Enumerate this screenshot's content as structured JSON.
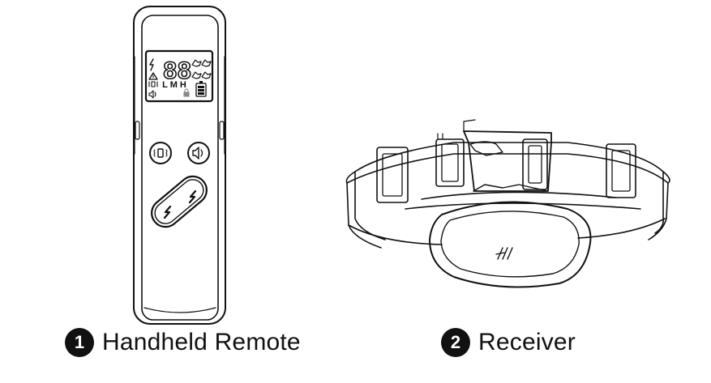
{
  "labels": [
    {
      "number": "1",
      "text": "Handheld Remote"
    },
    {
      "number": "2",
      "text": "Receiver"
    }
  ],
  "remote_display": {
    "digits": "88",
    "levels": "L M H"
  },
  "icons": {
    "remote": [
      "lightning-icon",
      "warning-icon",
      "vibration-icon",
      "sound-icon",
      "dog-icon",
      "lock-icon",
      "battery-icon"
    ],
    "receiver": [
      "brand-logo-icon"
    ]
  },
  "colors": {
    "line": "#111111",
    "background": "#ffffff"
  }
}
